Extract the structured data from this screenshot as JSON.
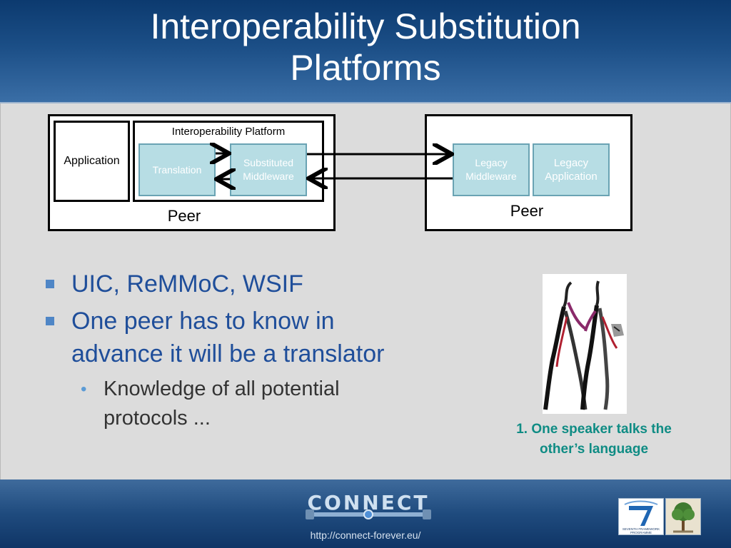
{
  "slide": {
    "title_line1": "Interoperability Substitution",
    "title_line2": "Platforms"
  },
  "diagram": {
    "left_peer": {
      "application_label": "Application",
      "platform_label": "Interoperability Platform",
      "translation_label": "Translation",
      "substituted_label": "Substituted Middleware",
      "peer_label": "Peer"
    },
    "right_peer": {
      "legacy_middleware_label": "Legacy Middleware",
      "legacy_application_label": "Legacy Application",
      "peer_label": "Peer"
    }
  },
  "bullets": [
    {
      "text": "UIC, ReMMoC, WSIF"
    },
    {
      "text_line1": "One peer has to know in",
      "text_line2": "advance it will be a translator"
    }
  ],
  "sub_bullets": [
    {
      "text_line1": "Knowledge of all potential",
      "text_line2": "protocols ..."
    }
  ],
  "figure": {
    "caption_line1": "1. One speaker talks the",
    "caption_line2": "other’s language"
  },
  "footer": {
    "logo_text": "CONNECT",
    "url": "http://connect-forever.eu/",
    "fp7_text_line1": "SEVENTH FRAMEWORK",
    "fp7_text_line2": "PROGRAMME"
  },
  "colors": {
    "header_top": "#0c3a6f",
    "header_bottom": "#3a6ea6",
    "bullet_text": "#1f4e9a",
    "caption_text": "#0f8c84",
    "box_fill": "#b7dde4"
  }
}
